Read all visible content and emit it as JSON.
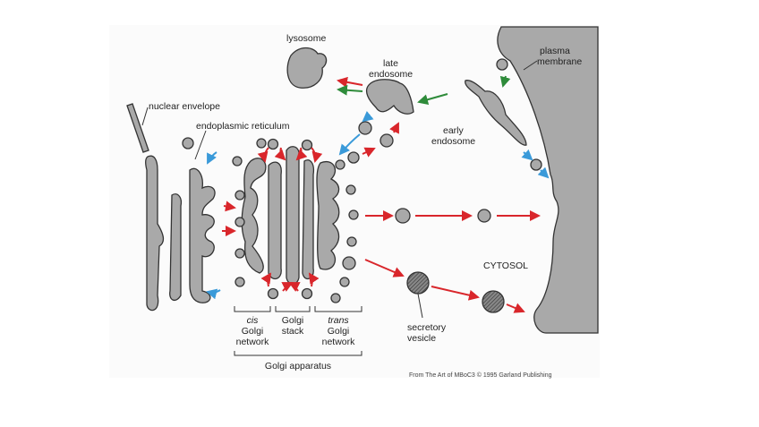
{
  "labels": {
    "lysosome": "lysosome",
    "late_endosome": [
      "late",
      "endosome"
    ],
    "plasma_membrane": [
      "plasma",
      "membrane"
    ],
    "nuclear_envelope": "nuclear envelope",
    "endoplasmic_reticulum": "endoplasmic reticulum",
    "early_endosome": [
      "early",
      "endosome"
    ],
    "cytosol": "CYTOSOL",
    "secretory_vesicle": [
      "secretory",
      "vesicle"
    ],
    "cis_golgi": [
      "cis",
      "Golgi",
      "network"
    ],
    "golgi_stack": [
      "Golgi",
      "stack"
    ],
    "trans_golgi": [
      "trans",
      "Golgi",
      "network"
    ],
    "golgi_apparatus": "Golgi apparatus"
  },
  "credit": "From The Art of MBoC3 © 1995 Garland Publishing",
  "colors": {
    "organelle": "#a9a9a9",
    "arrow_red": "#d9262b",
    "arrow_green": "#2e8b3a",
    "arrow_blue": "#3a9ad9"
  }
}
